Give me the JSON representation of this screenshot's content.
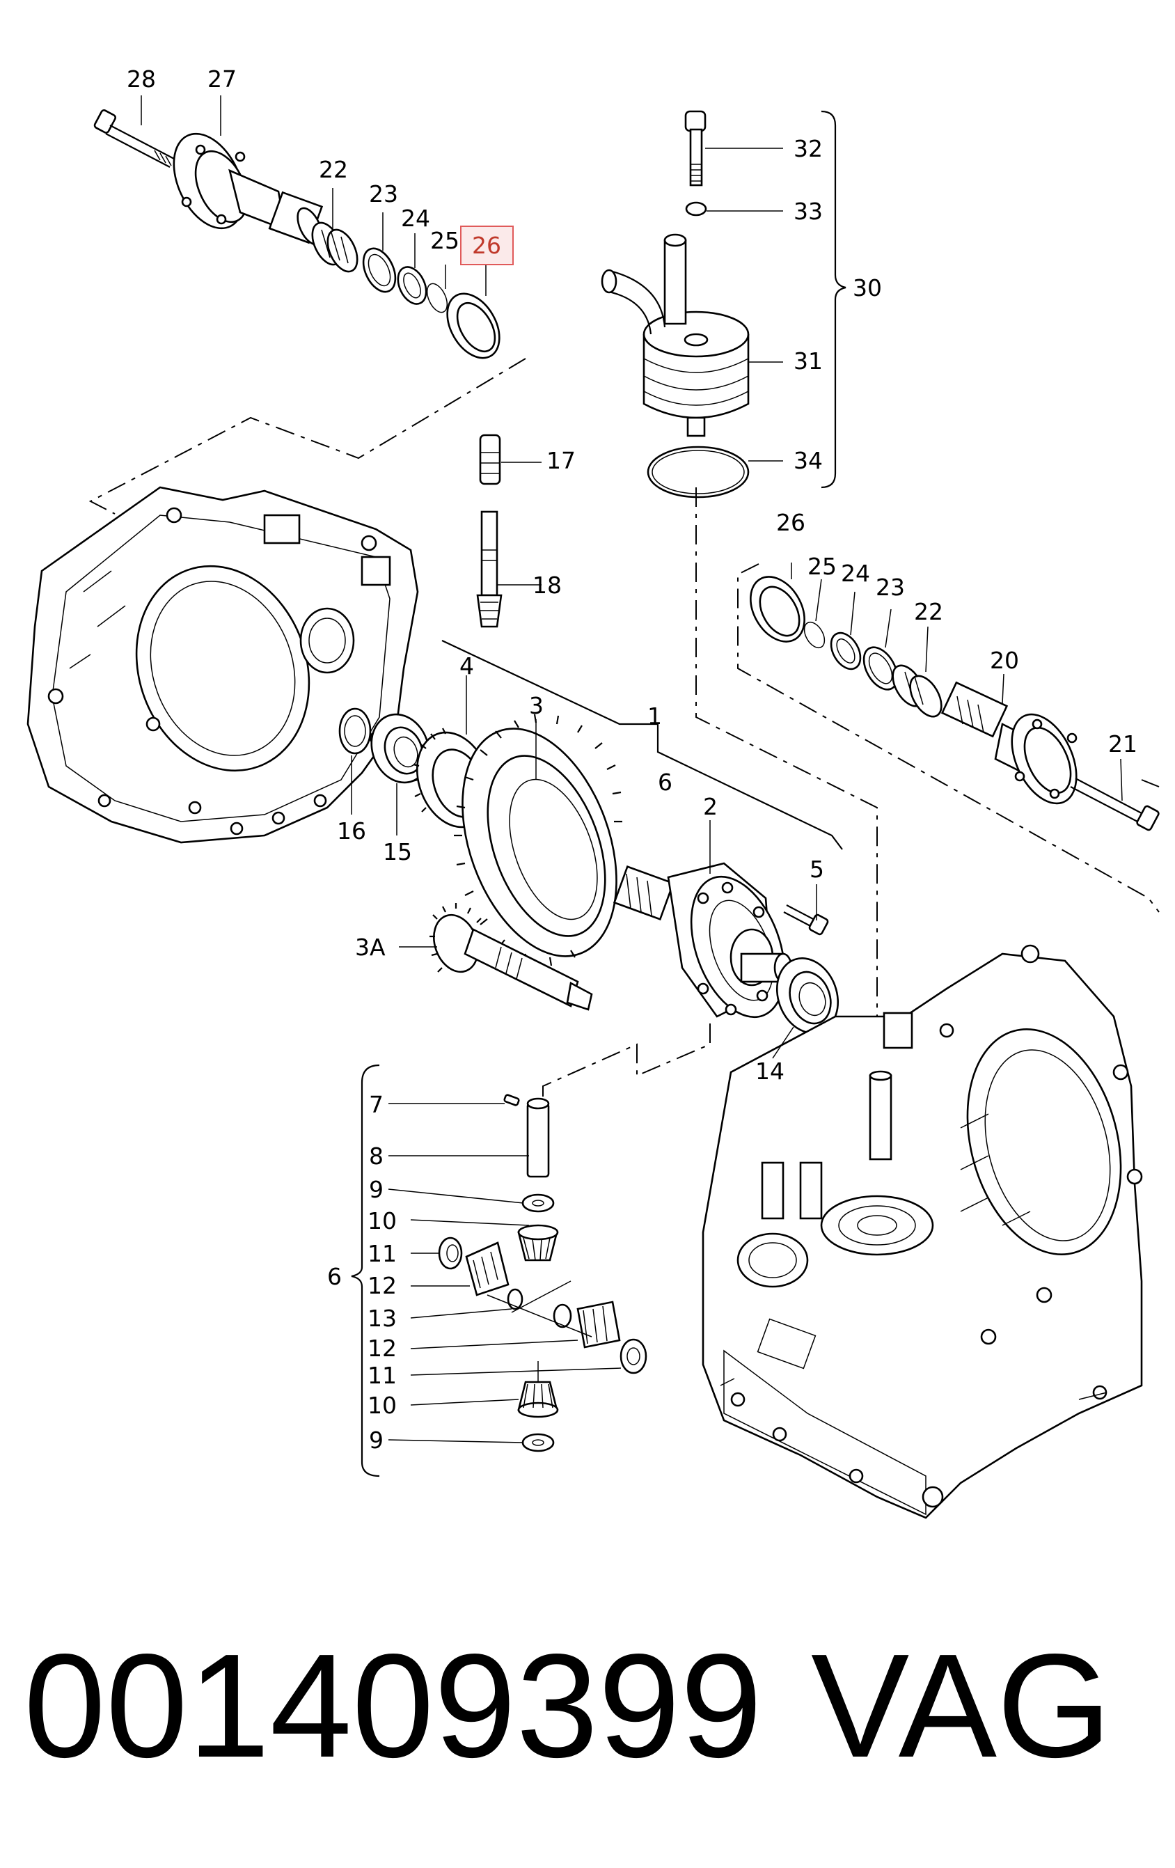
{
  "highlight_color": "#e05a5a",
  "callouts": {
    "c28": "28",
    "c27": "27",
    "c22a": "22",
    "c23a": "23",
    "c24a": "24",
    "c25a": "25",
    "c26a": "26",
    "c32": "32",
    "c33": "33",
    "c30": "30",
    "c31": "31",
    "c34": "34",
    "c17": "17",
    "c18": "18",
    "c26b": "26",
    "c25b": "25",
    "c24b": "24",
    "c23b": "23",
    "c22b": "22",
    "c20": "20",
    "c21": "21",
    "c4": "4",
    "c3": "3",
    "c1": "1",
    "c6a": "6",
    "c2": "2",
    "c5": "5",
    "c16": "16",
    "c15": "15",
    "c3A": "3A",
    "c14": "14",
    "c7": "7",
    "c8": "8",
    "c9a": "9",
    "c10a": "10",
    "c11a": "11",
    "c6b": "6",
    "c12a": "12",
    "c13": "13",
    "c12b": "12",
    "c11b": "11",
    "c10b": "10",
    "c9b": "9"
  },
  "footer": {
    "part_number": "001409399",
    "brand": "VAG"
  }
}
